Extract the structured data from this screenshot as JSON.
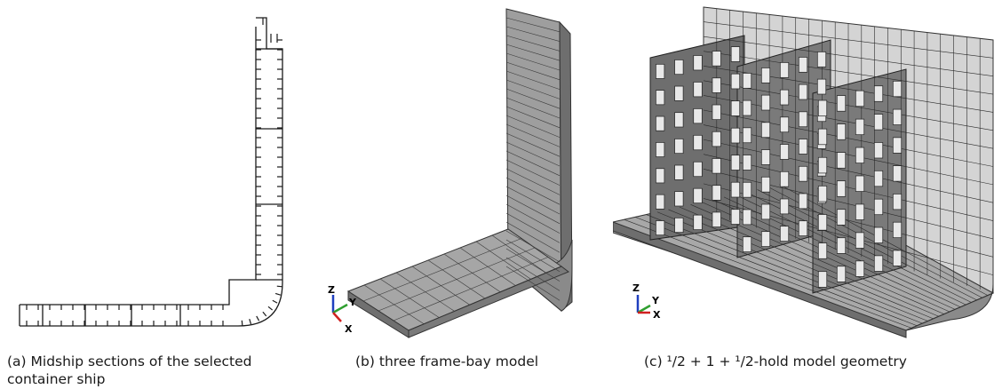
{
  "panels": [
    {
      "id": "a",
      "caption": "(a) Midship sections of the selected\ncontainer ship"
    },
    {
      "id": "b",
      "caption": "(b) three frame-bay model"
    },
    {
      "id": "c",
      "caption": "(c) ¹/2 + 1 + ¹/2-hold model geometry"
    }
  ],
  "axes_triad": {
    "z": "Z",
    "y": "Y",
    "x": "X"
  },
  "colors": {
    "axis_z": "#1f3fbf",
    "axis_y": "#2f9f2f",
    "axis_x": "#d02020",
    "plate": "#9e9e9e",
    "plate_light": "#d4d4d4",
    "plate_dark": "#6e6e6e",
    "line": "#1a1a1a"
  }
}
